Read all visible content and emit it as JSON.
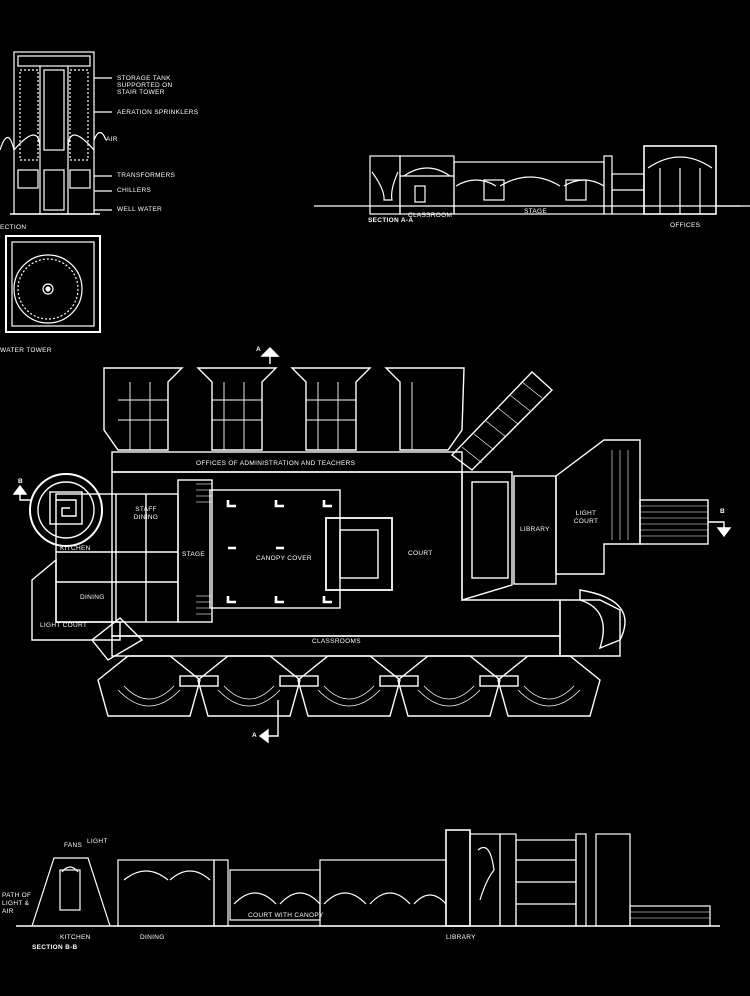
{
  "colors": {
    "background": "#000000",
    "linework": "#ffffff"
  },
  "water_tower": {
    "callouts": [
      "STORAGE TANK",
      "SUPPORTED ON",
      "STAIR TOWER",
      "AERATION SPRINKLERS",
      "AIR",
      "TRANSFORMERS",
      "CHILLERS",
      "WELL WATER"
    ],
    "section_label": "ECTION",
    "plan_label": "WATER TOWER"
  },
  "section_aa": {
    "title": "SECTION A-A",
    "labels": [
      "CLASSROOM",
      "STAGE",
      "OFFICES"
    ]
  },
  "plan": {
    "section_marks": [
      "A",
      "A",
      "B",
      "B"
    ],
    "rooms": {
      "offices": "OFFICES OF ADMINISTRATION AND TEACHERS",
      "staff_dining": "STAFF DINING",
      "kitchen": "KITCHEN",
      "stage": "STAGE",
      "canopy": "CANOPY COVER",
      "court": "COURT",
      "library": "LIBRARY",
      "light_court_right": "LIGHT COURT",
      "dining": "DINING",
      "light_court_left": "LIGHT COURT",
      "classrooms": "CLASSROOMS"
    }
  },
  "section_bb": {
    "title": "SECTION B-B",
    "labels": {
      "fans": "FANS",
      "light": "LIGHT",
      "path": [
        "PATH OF",
        "LIGHT &",
        "AIR"
      ],
      "kitchen": "KITCHEN",
      "dining": "DINING",
      "court": "COURT WITH CANOPY",
      "library": "LIBRARY"
    }
  }
}
